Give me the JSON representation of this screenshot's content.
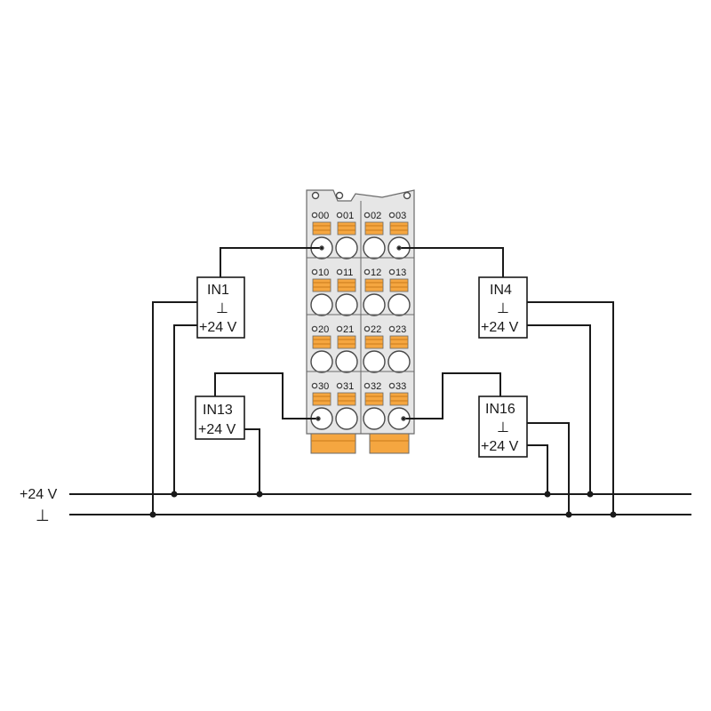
{
  "rails": {
    "plus24_label": "+24 V",
    "ground_symbol": "⊥"
  },
  "terminals": [
    [
      "00",
      "01",
      "02",
      "03"
    ],
    [
      "10",
      "11",
      "12",
      "13"
    ],
    [
      "20",
      "21",
      "22",
      "23"
    ],
    [
      "30",
      "31",
      "32",
      "33"
    ]
  ],
  "inputs": {
    "in1": {
      "name": "IN1",
      "ground": "⊥",
      "supply": "+24 V"
    },
    "in4": {
      "name": "IN4",
      "ground": "⊥",
      "supply": "+24 V"
    },
    "in13": {
      "name": "IN13",
      "supply": "+24 V"
    },
    "in16": {
      "name": "IN16",
      "ground": "⊥",
      "supply": "+24 V"
    }
  },
  "colors": {
    "lever": "#f5a640",
    "housing": "#e6e6e6",
    "wire": "#1a1a1a"
  }
}
